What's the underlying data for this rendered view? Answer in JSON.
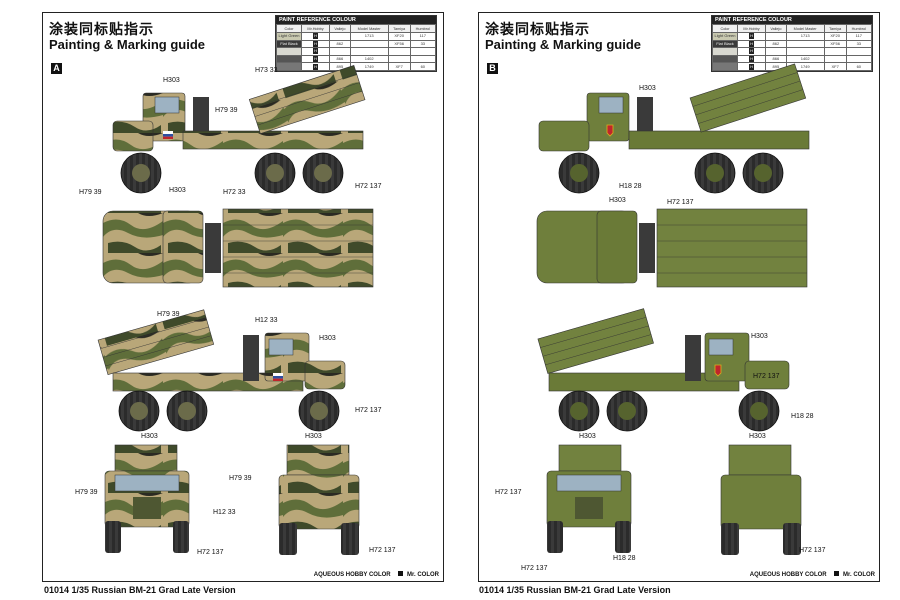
{
  "title_cn": "涂装同标贴指示",
  "title_en": "Painting & Marking guide",
  "product_caption": "01014 1/35 Russian BM-21 Grad Late Version",
  "legend": {
    "heading": "PAINT REFERENCE COLOUR",
    "columns": [
      "Color",
      "Mr.Hobby",
      "Vallejo",
      "Model Master",
      "Tamiya",
      "Humbrol"
    ],
    "rows": [
      {
        "color_name": "Light Green",
        "swatch": "#c9c9b0",
        "hobby_code": "",
        "vallejo": "",
        "model_master": "1713",
        "tamiya": "XF20",
        "humbrol": "117"
      },
      {
        "color_name": "Flat Black",
        "swatch": "#3a3a3a",
        "hobby_code": "",
        "vallejo": "862",
        "model_master": "",
        "tamiya": "XF56",
        "humbrol": "33"
      },
      {
        "color_name": "",
        "swatch": "#d8d8d0",
        "hobby_code": "",
        "vallejo": "",
        "model_master": "",
        "tamiya": "",
        "humbrol": ""
      },
      {
        "color_name": "",
        "swatch": "#555555",
        "hobby_code": "",
        "vallejo": "866",
        "model_master": "1402",
        "tamiya": "",
        "humbrol": ""
      },
      {
        "color_name": "",
        "swatch": "#777777",
        "hobby_code": "",
        "vallejo": "895",
        "model_master": "1749",
        "tamiya": "XF7",
        "humbrol": "60"
      }
    ]
  },
  "footer": {
    "hobby_label": "AQUEOUS HOBBY COLOR",
    "mr_label": "Mr. COLOR"
  },
  "pages": [
    {
      "label": "A",
      "codes": [
        {
          "text": "H303"
        },
        {
          "text": "H73 33"
        },
        {
          "text": "H79 39"
        },
        {
          "text": "H72 137"
        },
        {
          "text": "H79 39"
        },
        {
          "text": "H303"
        },
        {
          "text": "H72 33"
        },
        {
          "text": "H79 39"
        },
        {
          "text": "H12 33"
        },
        {
          "text": "H303"
        },
        {
          "text": "H72 137"
        },
        {
          "text": "H303"
        },
        {
          "text": "H303"
        },
        {
          "text": "H79 39"
        },
        {
          "text": "H79 39"
        },
        {
          "text": "H12 33"
        },
        {
          "text": "H72 137"
        },
        {
          "text": "H72 137"
        }
      ]
    },
    {
      "label": "B",
      "codes": [
        {
          "text": "H303"
        },
        {
          "text": "H18 28"
        },
        {
          "text": "H72 137"
        },
        {
          "text": "H303"
        },
        {
          "text": "H303"
        },
        {
          "text": "H72 137"
        },
        {
          "text": "H18 28"
        },
        {
          "text": "H303"
        },
        {
          "text": "H303"
        },
        {
          "text": "H72 137"
        },
        {
          "text": "H18 28"
        },
        {
          "text": "H72 137"
        },
        {
          "text": "H72 137"
        }
      ]
    }
  ]
}
